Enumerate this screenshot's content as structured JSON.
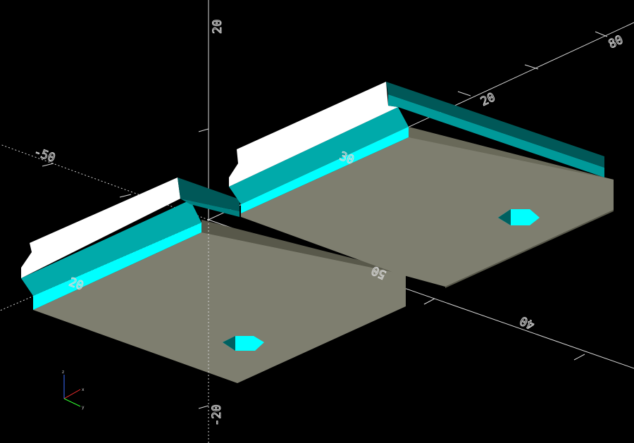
{
  "viewer": {
    "background": "#000000",
    "colors": {
      "top_face": "#7e7e6f",
      "side_face": "#696959",
      "front_face": "#9f9f92",
      "cyan_light": "#00ffff",
      "cyan_mid": "#00aaaa",
      "cyan_dark": "#005858",
      "white_ridge": "#ffffff"
    },
    "axis_labels": {
      "z_pos": "20",
      "z_neg": "-20",
      "x_pos_near": "50",
      "x_pos_far": "40",
      "y_pos": "80",
      "y_mid": "20",
      "neg_left": "-50",
      "center_small": "30",
      "left_small": "20"
    },
    "gizmo": {
      "x": "x",
      "y": "y",
      "z": "z"
    }
  }
}
